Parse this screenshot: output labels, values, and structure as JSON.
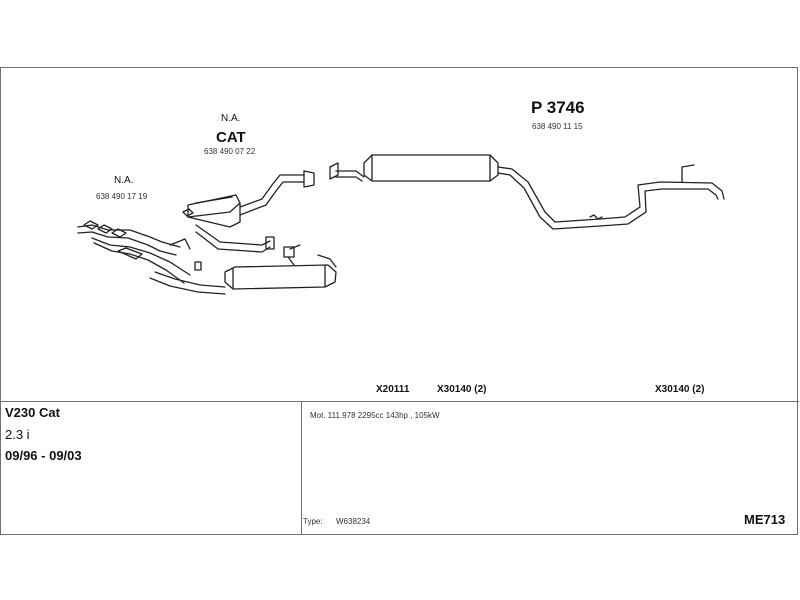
{
  "diagram": {
    "labels": {
      "na_left": "N.A.",
      "na_left_code": "638 490 17 19",
      "na_cat": "N.A.",
      "cat_title": "CAT",
      "cat_code": "638 490 07 22",
      "part_number": "P 3746",
      "part_code": "638 490 11 15"
    },
    "parts": [
      {
        "code": "X20111",
        "icon": "exhaust-ring-icon"
      },
      {
        "code": "X30140 (2)",
        "icon": "rubber-hanger-icon"
      },
      {
        "code": "X30140 (2)",
        "icon": "rubber-hanger-icon"
      }
    ]
  },
  "info": {
    "model": "V230 Cat",
    "engine": "2.3 i",
    "years": "09/96 - 09/03",
    "motor": "Mot. 111.978 2295cc 143hp , 105kW",
    "type_label": "Type:",
    "type_value": "W638234",
    "ref_code": "ME713"
  }
}
